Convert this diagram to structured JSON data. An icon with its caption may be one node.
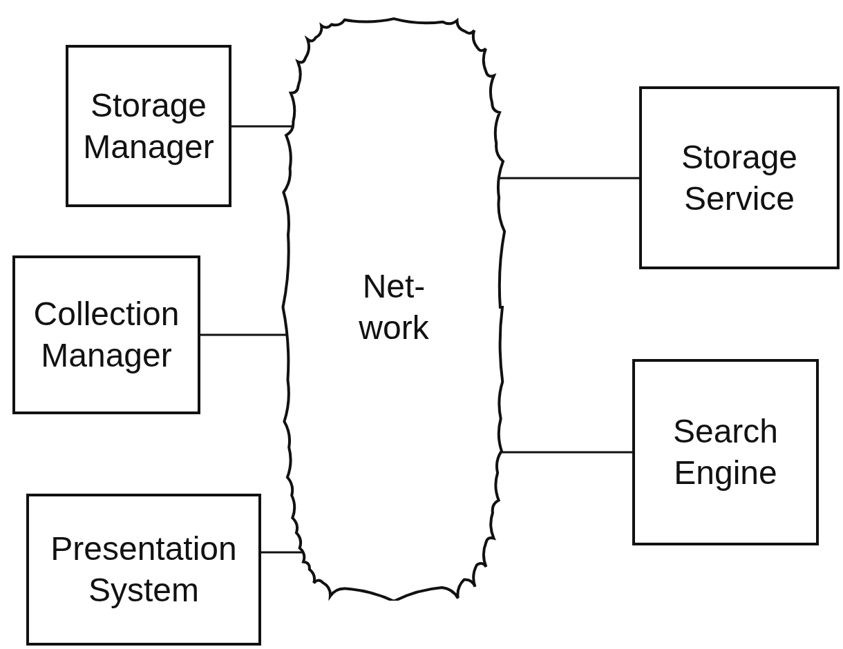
{
  "diagram": {
    "nodes": [
      {
        "text": [
          "Storage Manager"
        ]
      },
      {
        "text": [
          "Collection Manager"
        ]
      },
      {
        "text": [
          "Presentation System"
        ]
      },
      {
        "text": [
          "Net- work"
        ]
      },
      {
        "text": [
          "Storage Service"
        ]
      },
      {
        "text": [
          "Search Engine"
        ]
      }
    ],
    "edges": [
      {
        "from": 0,
        "to": 3,
        "arrow": "none"
      },
      {
        "from": 1,
        "to": 3,
        "arrow": "none"
      },
      {
        "from": 2,
        "to": 3,
        "arrow": "none"
      },
      {
        "from": 3,
        "to": 4,
        "arrow": "none"
      },
      {
        "from": 3,
        "to": 5,
        "arrow": "none"
      }
    ]
  }
}
